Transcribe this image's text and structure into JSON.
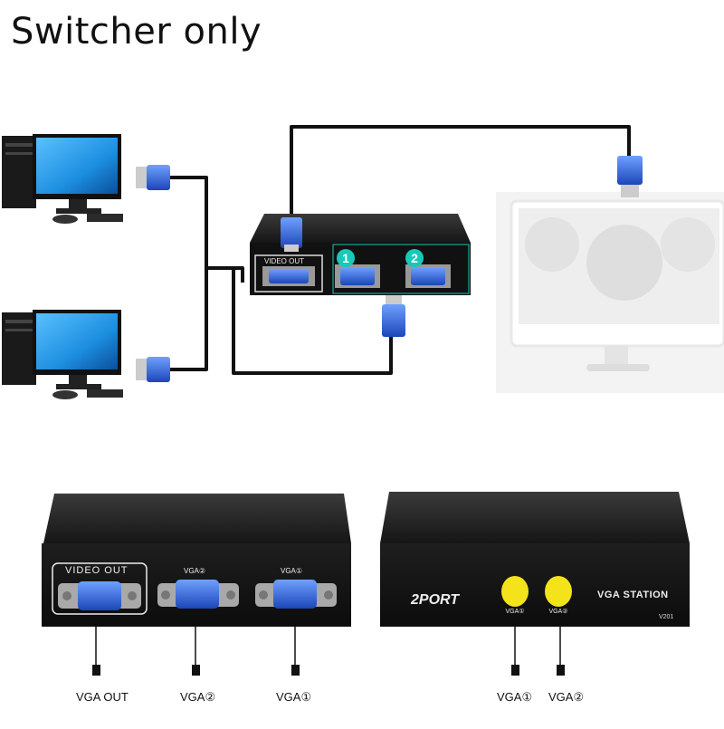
{
  "caption": "Switcher only",
  "top_switch": {
    "port_label_out": "VIDEO OUT",
    "badge_1": "1",
    "badge_2": "2"
  },
  "rear_panel": {
    "video_out": "VIDEO OUT",
    "vga2_small": "VGA②",
    "vga1_small": "VGA①"
  },
  "front_panel": {
    "brand_2port": "2PORT",
    "station": "VGA STATION",
    "model": "V201",
    "btn1_label": "VGA①",
    "btn2_label": "VGA②"
  },
  "callouts": {
    "vga_out": "VGA OUT",
    "vga2_rear": "VGA②",
    "vga1_rear": "VGA①",
    "vga1_front": "VGA①",
    "vga2_front": "VGA②"
  },
  "colors": {
    "cable": "#111111",
    "vga_blue": "#2e5fd0",
    "switch_body": "#1b1b1b",
    "badge": "#18c8b8",
    "button_yellow": "#f4e21b",
    "monitor_screen": "#1d8fe0"
  }
}
